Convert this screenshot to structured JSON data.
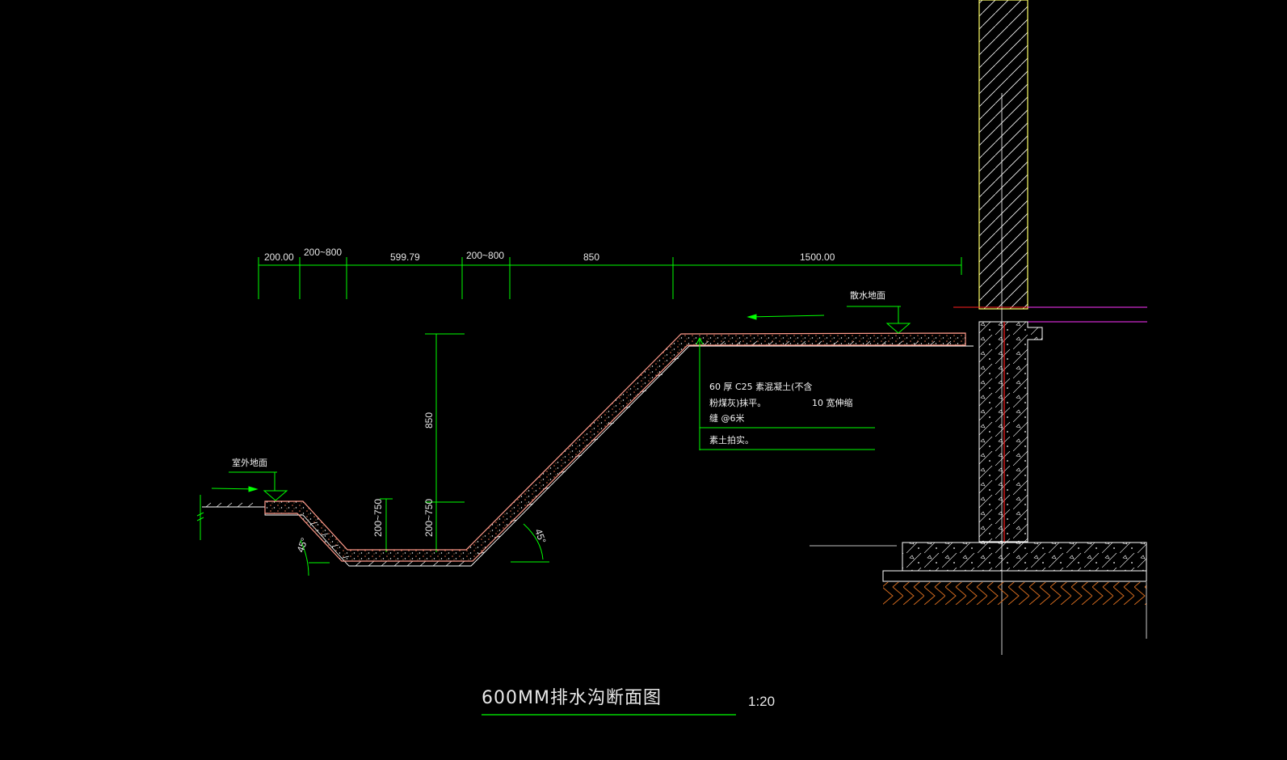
{
  "colors": {
    "background": "#000000",
    "dimension_line": "#00ff00",
    "slab_outline": "#ff9a8a",
    "slab_fill_dots": "#e07050",
    "soil_hatch": "#ffffff",
    "wall_outline": "#ffff66",
    "wall_hatch": "#ffffff",
    "axis_line": "#ff2020",
    "edge_line": "#ff33ff",
    "footing_soil": "#d26a1e"
  },
  "dimensions_top": [
    "200.00",
    "200~800",
    "599.79",
    "200~800",
    "850",
    "1500.00"
  ],
  "dimensions_vertical": {
    "slope_height": "850",
    "left_depth": "200~750",
    "inner_depth": "200~750"
  },
  "angles": {
    "left": "45°",
    "right": "45°"
  },
  "labels": {
    "apron": "散水地面",
    "outdoor": "室外地面"
  },
  "notes": {
    "line1": "60 厚  C25 素混凝土(不含",
    "line2a": "粉煤灰)抹平。",
    "line2b": "10  宽伸缩",
    "line3": "缝  @6米",
    "line4": "素土拍实。"
  },
  "title": "600MM排水沟断面图",
  "scale": "1:20"
}
